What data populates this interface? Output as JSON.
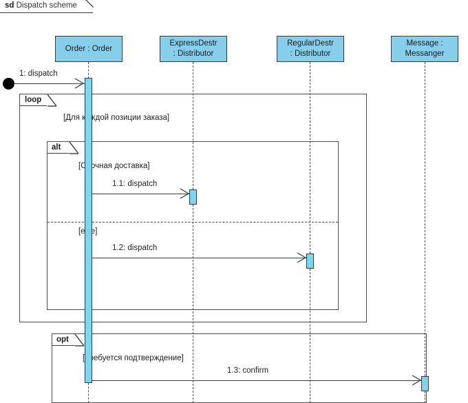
{
  "diagram": {
    "kind_label": "sd",
    "title": "Dispatch scheme",
    "type": "uml-sequence-diagram",
    "colors": {
      "lifeline_head_fill": "#87CEEB",
      "activation_fill": "#7FD4F0",
      "border": "#3a3a3a",
      "fragment_border": "#4a4a4a",
      "text": "#222222",
      "start_node": "#000000",
      "background": "#ffffff"
    }
  },
  "lifelines": [
    {
      "id": "order",
      "line1": "Order : Order",
      "line2": ""
    },
    {
      "id": "express",
      "line1": "ExpressDestr",
      "line2": ": Distributor"
    },
    {
      "id": "regular",
      "line1": "RegularDestr",
      "line2": ": Distributor"
    },
    {
      "id": "messenger",
      "line1": "Message :",
      "line2": "Messanger"
    }
  ],
  "messages": [
    {
      "id": "m1",
      "label": "1: dispatch",
      "from": "start-node",
      "to": "order",
      "arrow": "open"
    },
    {
      "id": "m1_1",
      "label": "1.1: dispatch",
      "from": "order",
      "to": "express",
      "arrow": "open"
    },
    {
      "id": "m1_2",
      "label": "1.2: dispatch",
      "from": "order",
      "to": "regular",
      "arrow": "open"
    },
    {
      "id": "m1_3",
      "label": "1.3: confirm",
      "from": "order",
      "to": "messenger",
      "arrow": "open"
    }
  ],
  "fragments": [
    {
      "id": "loop",
      "operator": "loop",
      "guards": [
        "[Для каждой позиции заказа]"
      ]
    },
    {
      "id": "alt",
      "operator": "alt",
      "guards": [
        "[Срочная доставка]",
        "[else]"
      ]
    },
    {
      "id": "opt",
      "operator": "opt",
      "guards": [
        "[Требуется подтверждение]"
      ]
    }
  ]
}
